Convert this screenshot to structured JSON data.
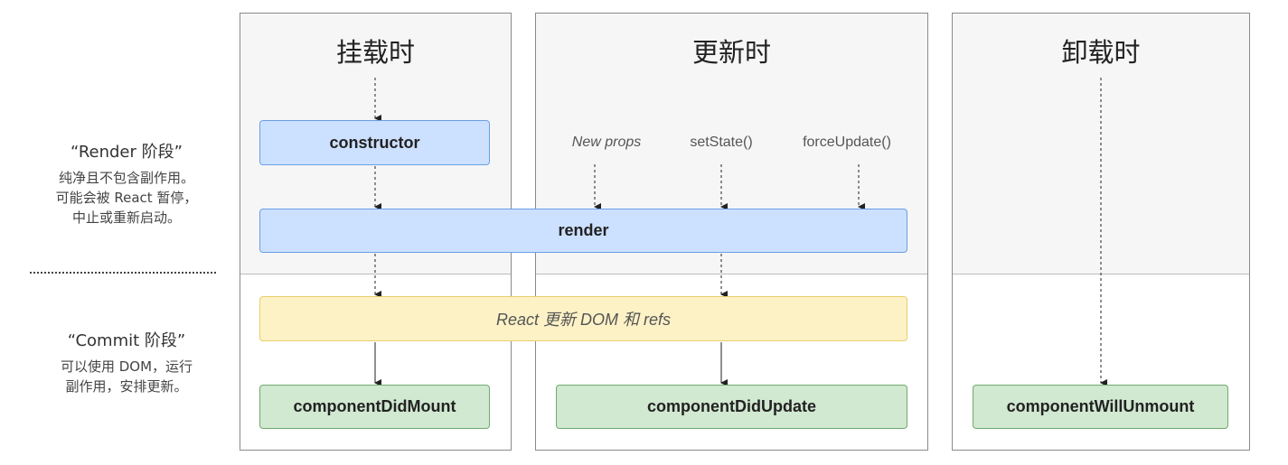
{
  "columns": {
    "mount": {
      "title": "挂载时"
    },
    "update": {
      "title": "更新时"
    },
    "unmount": {
      "title": "卸载时"
    }
  },
  "boxes": {
    "constructor": "constructor",
    "render": "render",
    "commit": "React 更新 DOM 和 refs",
    "did_mount": "componentDidMount",
    "did_update": "componentDidUpdate",
    "will_unmount": "componentWillUnmount"
  },
  "triggers": {
    "new_props": "New props",
    "set_state": "setState()",
    "force_update": "forceUpdate()"
  },
  "phases": {
    "render": {
      "title": "“Render 阶段”",
      "lines": [
        "纯净且不包含副作用。",
        "可能会被 React 暂停，",
        "中止或重新启动。"
      ]
    },
    "commit": {
      "title": "“Commit 阶段”",
      "lines": [
        "可以使用 DOM，运行",
        "副作用，安排更新。"
      ]
    }
  },
  "colors": {
    "blue_fill": "#cce0ff",
    "yellow_fill": "#fdf2c6",
    "green_fill": "#d1e8d1",
    "render_phase_bg": "#f6f6f6"
  }
}
